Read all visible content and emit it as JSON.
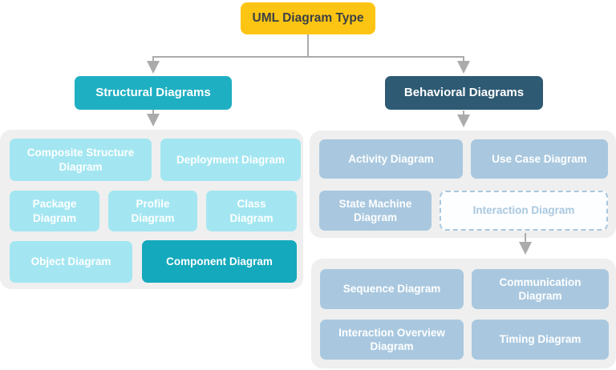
{
  "title": "UML Diagram Type hierarchy",
  "colors": {
    "root_bg": "#FDC513",
    "root_text": "#3A4046",
    "structural_bg": "#1FAFC2",
    "behavioral_bg": "#2E5A73",
    "structural_item_bg": "#A3E6F1",
    "structural_item_highlight_bg": "#14A9BC",
    "behavioral_item_bg": "#A9C8DF",
    "dashed_item_border": "#A9C8DF",
    "panel_bg": "#EFEFEF",
    "connector": "#ABABAB",
    "item_text": "#FFFFFF"
  },
  "root": {
    "label": "UML Diagram Type"
  },
  "branches": {
    "structural": {
      "label": "Structural Diagrams"
    },
    "behavioral": {
      "label": "Behavioral Diagrams"
    }
  },
  "structural_panel": {
    "items": [
      {
        "label": "Composite Structure Diagram",
        "style": "normal"
      },
      {
        "label": "Deployment Diagram",
        "style": "normal"
      },
      {
        "label": "Package Diagram",
        "style": "normal"
      },
      {
        "label": "Profile Diagram",
        "style": "normal"
      },
      {
        "label": "Class Diagram",
        "style": "normal"
      },
      {
        "label": "Object Diagram",
        "style": "normal"
      },
      {
        "label": "Component Diagram",
        "style": "highlighted"
      }
    ]
  },
  "behavioral_panel": {
    "items": [
      {
        "label": "Activity Diagram",
        "style": "normal"
      },
      {
        "label": "Use Case Diagram",
        "style": "normal"
      },
      {
        "label": "State Machine Diagram",
        "style": "normal"
      },
      {
        "label": "Interaction Diagram",
        "style": "dashed"
      }
    ]
  },
  "interaction_panel": {
    "items": [
      {
        "label": "Sequence Diagram",
        "style": "normal"
      },
      {
        "label": "Communication Diagram",
        "style": "normal"
      },
      {
        "label": "Interaction Overview Diagram",
        "style": "normal"
      },
      {
        "label": "Timing Diagram",
        "style": "normal"
      }
    ]
  }
}
